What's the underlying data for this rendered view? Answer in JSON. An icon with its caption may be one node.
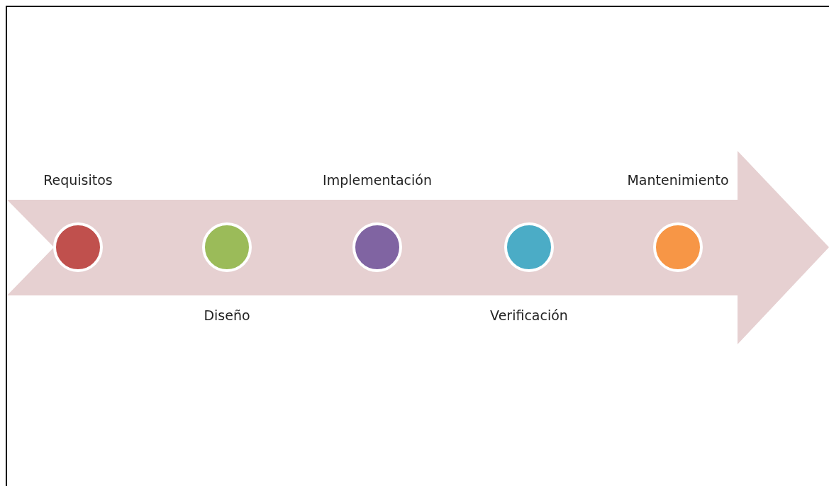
{
  "diagram": {
    "nodes": [
      {
        "text": [],
        "shape": "circle",
        "beside": [
          "Requisitos"
        ]
      },
      {
        "text": [],
        "shape": "circle",
        "beside": [
          "Diseño"
        ]
      },
      {
        "text": [],
        "shape": "circle",
        "beside": [
          "Implementación"
        ]
      },
      {
        "text": [],
        "shape": "circle",
        "beside": [
          "Verificación"
        ]
      },
      {
        "text": [],
        "shape": "circle",
        "beside": [
          "Mantenimiento"
        ]
      }
    ],
    "edges": []
  }
}
